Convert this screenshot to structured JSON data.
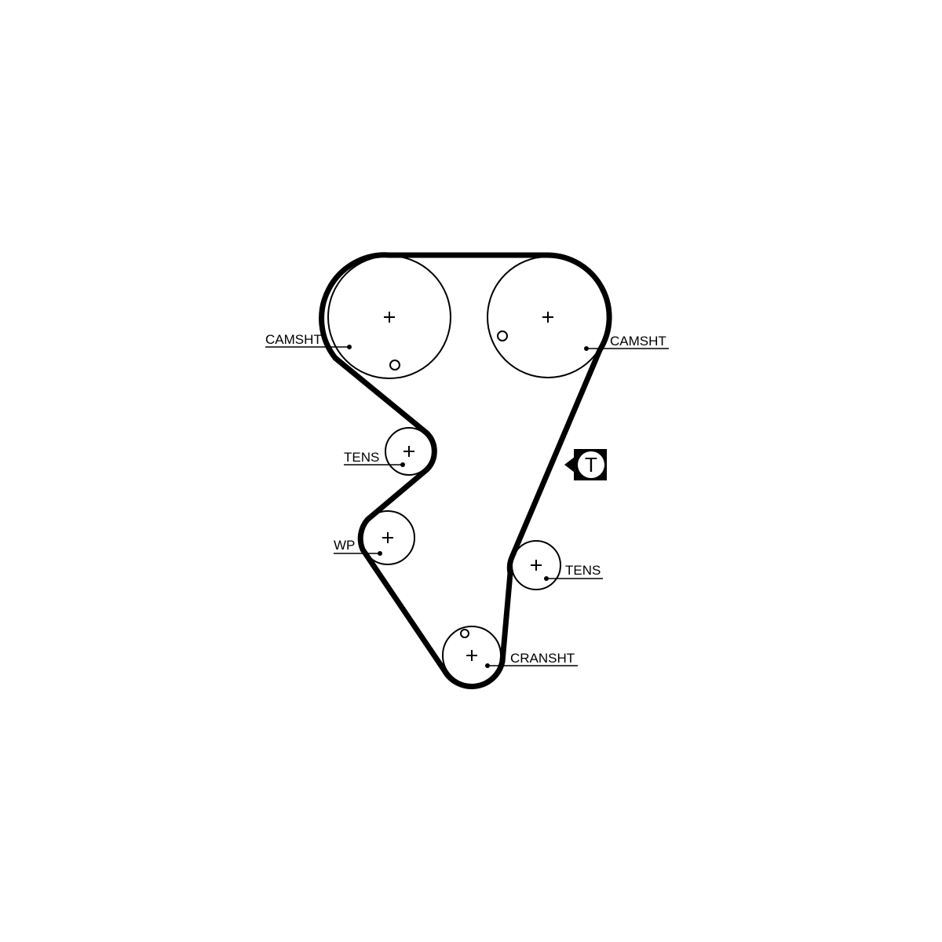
{
  "labels": {
    "camshaft_left": "CAMSHT",
    "camshaft_right": "CAMSHT",
    "tensioner_upper": "TENS",
    "water_pump": "WP",
    "tensioner_right": "TENS",
    "crankshaft": "CRANSHT"
  },
  "marker": {
    "text": "T"
  },
  "colors": {
    "ink": "#000000",
    "background": "#ffffff"
  }
}
